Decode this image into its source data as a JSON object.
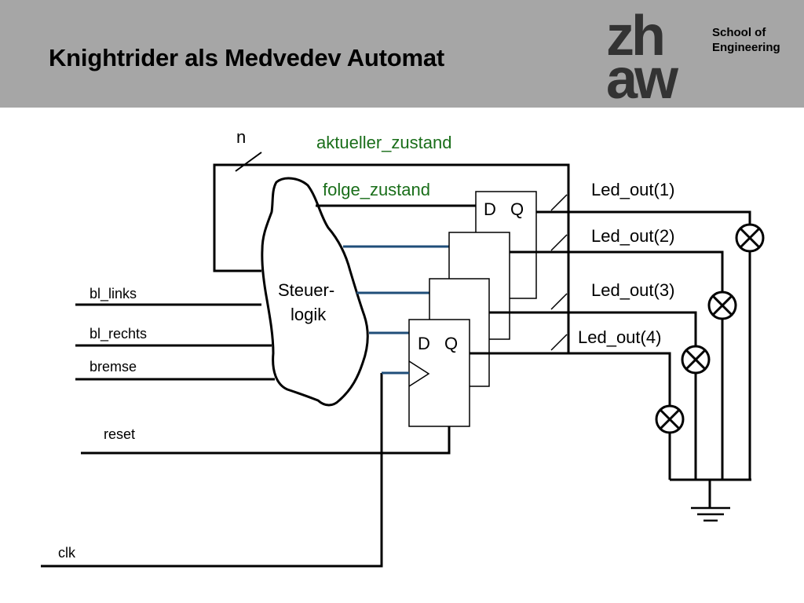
{
  "slide": {
    "title": "Knightrider als Medvedev Automat",
    "school_line1": "School of",
    "school_line2": "Engineering",
    "logo_row1": "zh",
    "logo_row2": "aw"
  },
  "diagram": {
    "bus_width": "n",
    "current_state": "aktueller_zustand",
    "next_state": "folge_zustand",
    "logic_line1": "Steuer-",
    "logic_line2": "logik",
    "ff_d": "D",
    "ff_q": "Q",
    "inputs": [
      "bl_links",
      "bl_rechts",
      "bremse",
      "reset",
      "clk"
    ],
    "outputs": [
      "Led_out(1)",
      "Led_out(2)",
      "Led_out(3)",
      "Led_out(4)"
    ]
  },
  "colors": {
    "header_bg": "#a6a6a6",
    "state_label": "#1a6e1a",
    "signal_line": "#1f4e79"
  }
}
